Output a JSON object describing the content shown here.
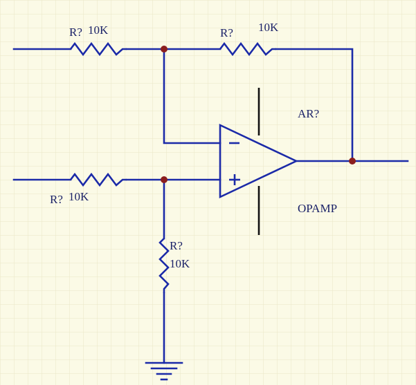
{
  "schematic": {
    "resistors": [
      {
        "id": "r1",
        "designator": "R?",
        "value": "10K"
      },
      {
        "id": "r2",
        "designator": "R?",
        "value": "10K"
      },
      {
        "id": "r3",
        "designator": "R?",
        "value": "10K"
      },
      {
        "id": "r4",
        "designator": "R?",
        "value": "10K"
      }
    ],
    "opamp": {
      "designator": "AR?",
      "comment": "OPAMP",
      "inverting_symbol": "−",
      "noninverting_symbol": "+"
    }
  },
  "colors": {
    "background": "#fbfae6",
    "grid": "#e9e6c6",
    "wire": "#1b2aa8",
    "junction": "#8b1e1e",
    "power_pin": "#111111",
    "label": "#1b2268"
  }
}
